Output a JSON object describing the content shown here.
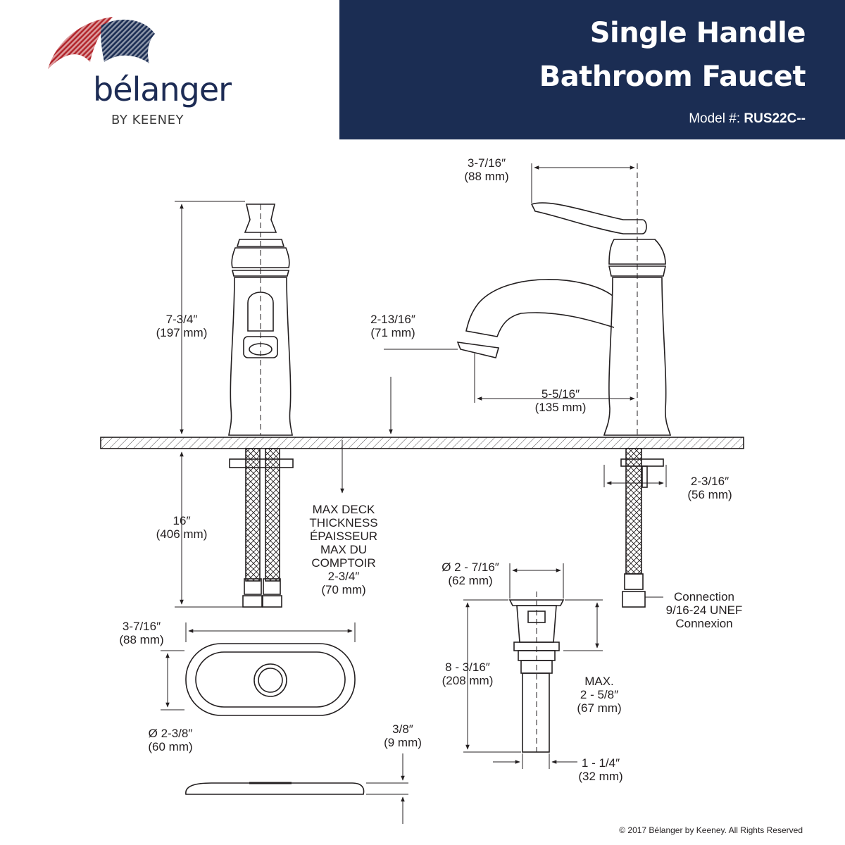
{
  "brand": {
    "name": "bélanger",
    "sub": "BY KEENEY",
    "logo_colors": {
      "red": "#b3272d",
      "navy": "#1b2d53"
    }
  },
  "header": {
    "title_line1": "Single Handle",
    "title_line2": "Bathroom Faucet",
    "model_label": "Model #:",
    "model_value": "RUS22C--",
    "background": "#1b2d53"
  },
  "dimensions": {
    "faucet_height": {
      "imperial": "7-3/4″",
      "metric": "(197 mm)"
    },
    "handle_reach": {
      "imperial": "3-7/16″",
      "metric": "(88 mm)"
    },
    "spout_height": {
      "imperial": "2-13/16″",
      "metric": "(71 mm)"
    },
    "spout_reach": {
      "imperial": "5-5/16″",
      "metric": "(135 mm)"
    },
    "supply_length": {
      "imperial": "16″",
      "metric": "(406 mm)"
    },
    "base_width": {
      "imperial": "2-3/16″",
      "metric": "(56 mm)"
    },
    "plate_length": {
      "imperial": "3-7/16″",
      "metric": "(88 mm)"
    },
    "plate_diameter": {
      "imperial": "Ø 2-3/8″",
      "metric": "(60 mm)"
    },
    "plate_thickness": {
      "imperial": "3/8″",
      "metric": "(9 mm)"
    },
    "drain_diameter": {
      "imperial": "Ø 2 - 7/16″",
      "metric": "(62 mm)"
    },
    "drain_height": {
      "imperial": "8 - 3/16″",
      "metric": "(208 mm)"
    },
    "drain_pipe": {
      "imperial": "1 - 1/4″",
      "metric": "(32 mm)"
    }
  },
  "deck_note": [
    "MAX DECK",
    "THICKNESS",
    "ÉPAISSEUR",
    "MAX DU",
    "COMPTOIR",
    "2-3/4″",
    "(70 mm)"
  ],
  "drain_max": [
    "MAX.",
    "2 - 5/8″",
    "(67 mm)"
  ],
  "connection": [
    "Connection",
    "9/16-24 UNEF",
    "Connexion"
  ],
  "copyright": "© 2017 Bélanger by Keeney. All Rights Reserved"
}
